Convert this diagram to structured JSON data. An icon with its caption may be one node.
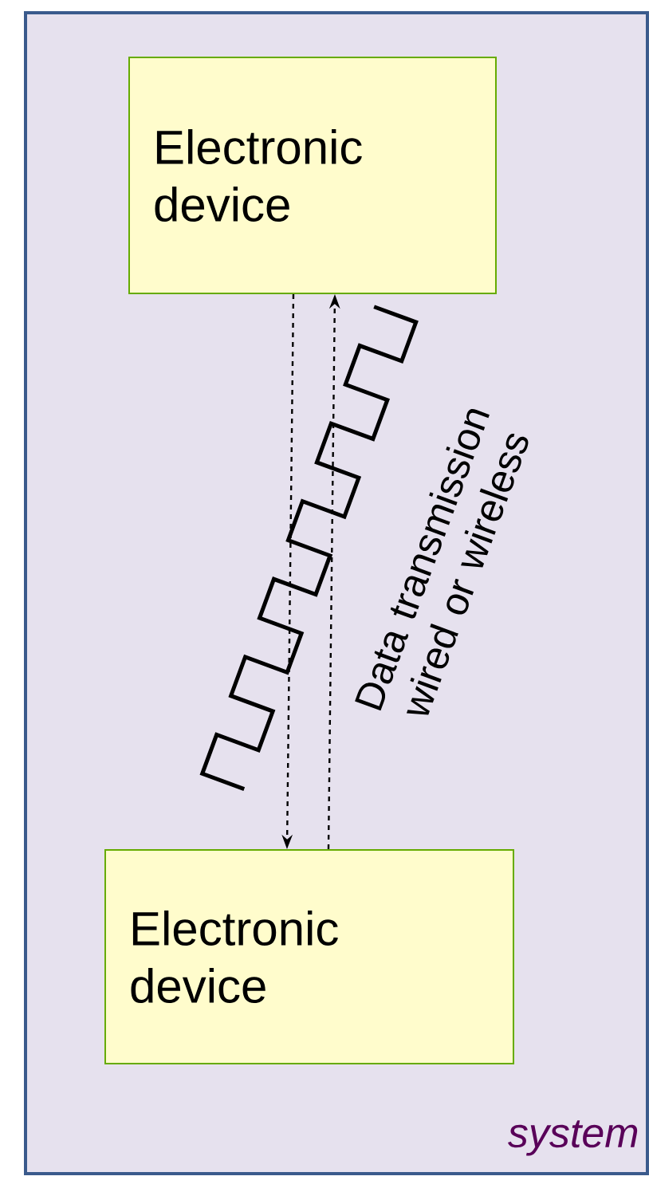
{
  "diagram": {
    "nodes": [
      {
        "text": [
          "system"
        ]
      },
      {
        "text": [
          "Electronic device"
        ],
        "in": 0
      },
      {
        "text": [
          "Electronic device"
        ],
        "in": 0
      }
    ],
    "edges": [
      {
        "from": 1,
        "to": 2,
        "arrow": "to",
        "style": "dashed"
      },
      {
        "from": 2,
        "to": 1,
        "arrow": "to",
        "style": "dashed"
      }
    ],
    "labels": [
      "Data transmission wired or wireless"
    ]
  }
}
